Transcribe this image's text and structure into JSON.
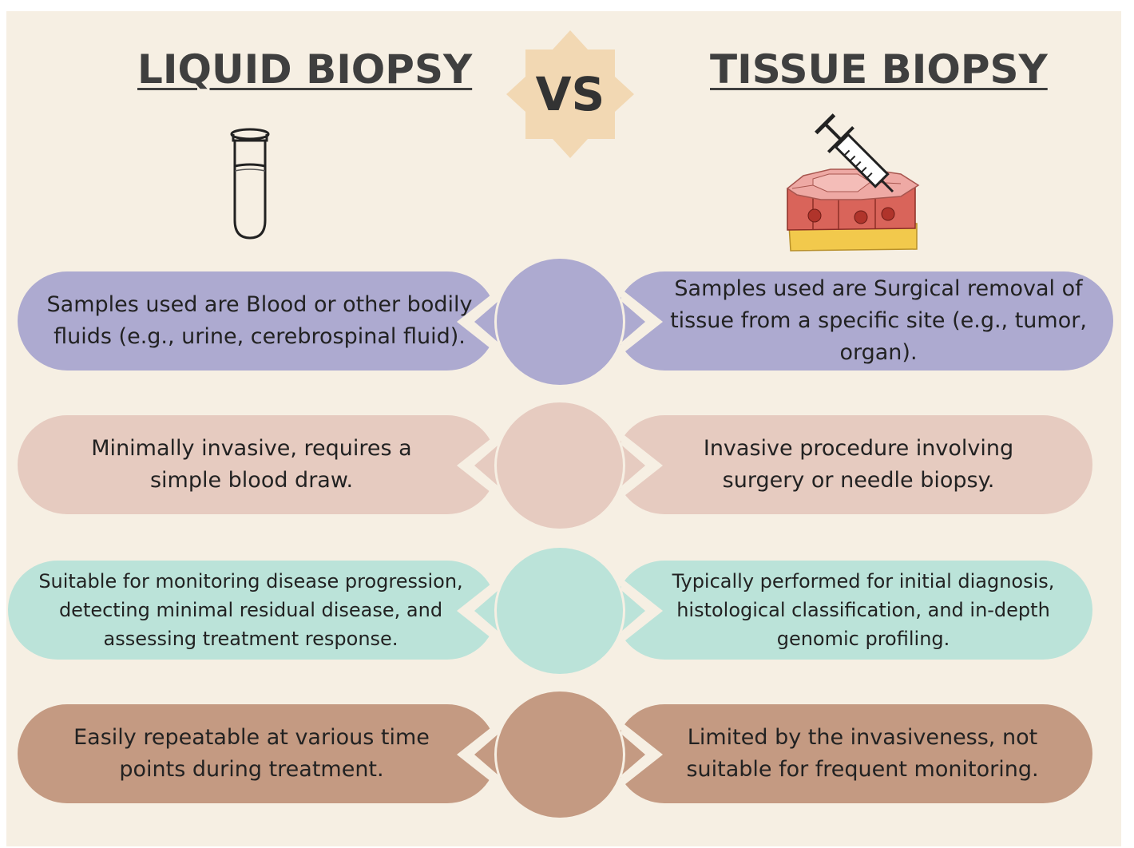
{
  "headings": {
    "left": "LIQUID BIOPSY",
    "vs": "VS",
    "right": "TISSUE BIOPSY"
  },
  "icons": {
    "left": "test-tube-icon",
    "right": "tissue-syringe-icon"
  },
  "colors": {
    "background": "#f6efe3",
    "vs_badge": "#f2d8b3",
    "row1": "#adaad0",
    "row2": "#e6cbc0",
    "row3": "#bbe3d9",
    "row4": "#c49a82"
  },
  "rows": [
    {
      "left": "Samples used are Blood or other bodily fluids (e.g., urine, cerebrospinal fluid).",
      "right": "Samples used are Surgical removal of tissue from a specific site (e.g., tumor, organ)."
    },
    {
      "left": "Minimally invasive, requires a simple blood draw.",
      "right": "Invasive procedure involving surgery or needle biopsy."
    },
    {
      "left": "Suitable for monitoring disease progression, detecting minimal residual disease, and assessing treatment response.",
      "right": "Typically performed for initial diagnosis, histological classification, and in-depth genomic profiling."
    },
    {
      "left": "Easily repeatable at various time points during treatment.",
      "right": "Limited by the invasiveness, not suitable for frequent monitoring."
    }
  ]
}
